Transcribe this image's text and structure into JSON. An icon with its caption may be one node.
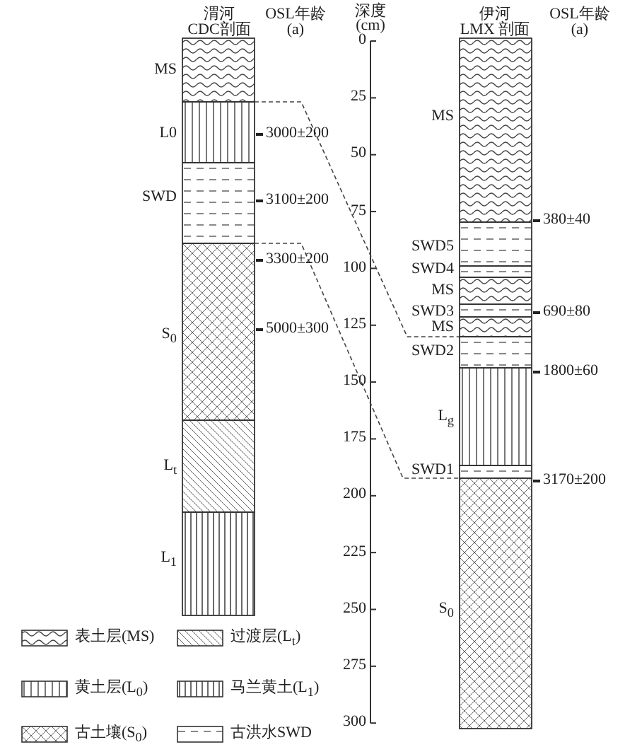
{
  "diagram": {
    "nodes": [
      {
        "text": [
          "MS"
        ]
      },
      {
        "text": [
          "L0"
        ]
      },
      {
        "text": [
          "SWD"
        ]
      },
      {
        "text": [
          "S$_{0}$"
        ]
      },
      {
        "text": [
          "L$_{t}$"
        ]
      },
      {
        "text": [
          "L$_{1}$"
        ]
      },
      {
        "text": [
          "MS"
        ]
      },
      {
        "text": [
          "SWD5"
        ]
      },
      {
        "text": [
          "SWD4"
        ]
      },
      {
        "text": [
          "MS"
        ]
      },
      {
        "text": [
          "SWD3"
        ]
      },
      {
        "text": [
          "MS"
        ]
      },
      {
        "text": [
          "SWD2"
        ]
      },
      {
        "text": [
          "L$_{g}$"
        ]
      },
      {
        "text": [
          "SWD1"
        ]
      },
      {
        "text": [
          "S$_{0}$"
        ]
      }
    ],
    "edges": [
      {
        "from": 1,
        "to": 12,
        "arrow": "none",
        "style": "dashed"
      },
      {
        "from": 3,
        "to": 15,
        "arrow": "none",
        "style": "dashed"
      }
    ],
    "labels": [
      "渭河",
      "CDC剖面",
      "OSL年龄",
      "(a)",
      "深度",
      "(cm)",
      "伊河",
      "LMX 剖面",
      "OSL年龄",
      "(a)",
      "3000±200",
      "3100±200",
      "3300±200",
      "5000±300",
      "380±40",
      "690±80",
      "1800±60",
      "3170±200",
      "0",
      "25",
      "50",
      "75",
      "100",
      "125",
      "150",
      "175",
      "200",
      "225",
      "250",
      "275",
      "300"
    ],
    "legend": [
      {
        "text": "表土层(MS)"
      },
      {
        "text": "过渡层(L$_{t}$)"
      },
      {
        "text": "黄土层(L$_{0}$)"
      },
      {
        "text": "马兰黄土(L$_{1}$)"
      },
      {
        "text": "古土壤(S$_{0}$)"
      },
      {
        "text": "古洪水SWD"
      }
    ]
  }
}
